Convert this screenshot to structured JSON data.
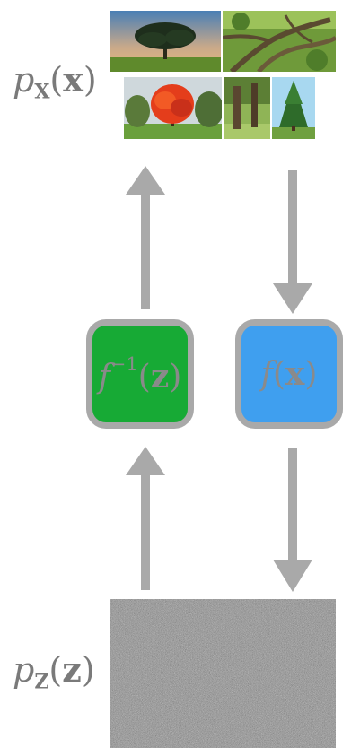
{
  "labels": {
    "p_x": {
      "base": "p",
      "subscript": "X",
      "argument": "x"
    },
    "p_z": {
      "base": "p",
      "subscript": "Z",
      "argument": "z"
    }
  },
  "functions": {
    "inverse": {
      "name": "f",
      "exponent": "−1",
      "argument": "z",
      "box_color": "#17aa35"
    },
    "forward": {
      "name": "f",
      "argument": "x",
      "box_color": "#3f9fef"
    }
  },
  "colors": {
    "arrow": "#a9a9a9",
    "box_border": "#a9a9a9",
    "label_text": "#7a7a7a",
    "noise_base": "#8a8a8a"
  },
  "images": [
    {
      "name": "tree-photo-oak-sunset",
      "icon": "tree-silhouette"
    },
    {
      "name": "tree-photo-branches",
      "icon": "tree-branches"
    },
    {
      "name": "tree-photo-red-maple",
      "icon": "red-tree"
    },
    {
      "name": "tree-photo-trunks",
      "icon": "tree-trunks"
    },
    {
      "name": "tree-photo-conifer",
      "icon": "conifer-tree"
    }
  ],
  "arrows": [
    {
      "name": "arrow-up-to-data",
      "direction": "up"
    },
    {
      "name": "arrow-down-from-data",
      "direction": "down"
    },
    {
      "name": "arrow-up-from-noise",
      "direction": "up"
    },
    {
      "name": "arrow-down-to-noise",
      "direction": "down"
    }
  ],
  "noise": {
    "description_icon": "gaussian-noise-image"
  }
}
